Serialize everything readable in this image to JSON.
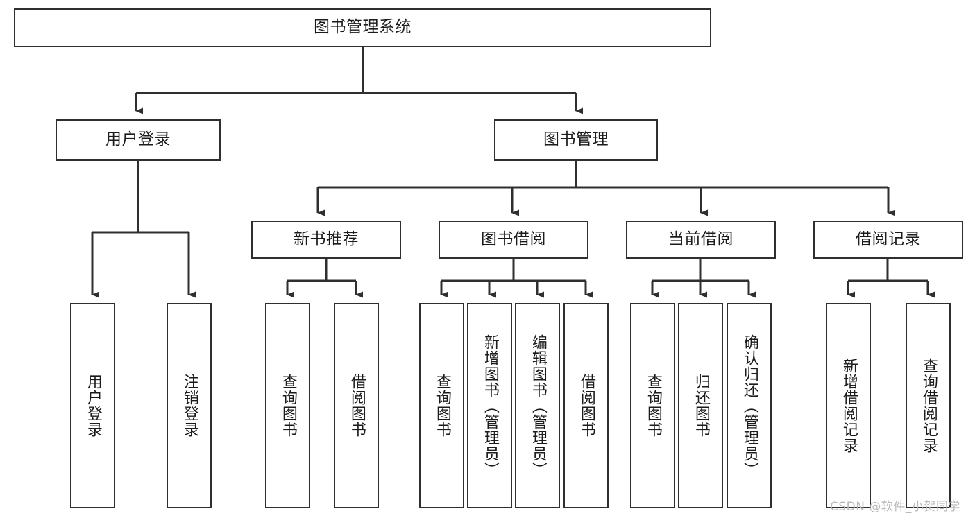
{
  "diagram": {
    "type": "tree",
    "title": "图书管理系统",
    "root": {
      "label": "图书管理系统"
    },
    "level2": [
      {
        "label": "用户登录"
      },
      {
        "label": "图书管理"
      }
    ],
    "level3": [
      {
        "label": "新书推荐"
      },
      {
        "label": "图书借阅"
      },
      {
        "label": "当前借阅"
      },
      {
        "label": "借阅记录"
      }
    ],
    "leaves_user_login": [
      {
        "label": "用户登录"
      },
      {
        "label": "注销登录"
      }
    ],
    "leaves_new_book": [
      {
        "label": "查询图书"
      },
      {
        "label": "借阅图书"
      }
    ],
    "leaves_borrow": [
      {
        "label": "查询图书"
      },
      {
        "label": "新增图书（管理员）"
      },
      {
        "label": "编辑图书（管理员）"
      },
      {
        "label": "借阅图书"
      }
    ],
    "leaves_current": [
      {
        "label": "查询图书"
      },
      {
        "label": "归还图书"
      },
      {
        "label": "确认归还（管理员）"
      }
    ],
    "leaves_record": [
      {
        "label": "新增借阅记录"
      },
      {
        "label": "查询借阅记录"
      }
    ]
  },
  "watermark": {
    "text": "CSDN @软件_小贺同学"
  },
  "colors": {
    "border": "#2f2f2f",
    "background": "#ffffff",
    "text": "#1b1b1b",
    "watermark": "#b9b9b9",
    "connector": "#2f2f2f"
  }
}
